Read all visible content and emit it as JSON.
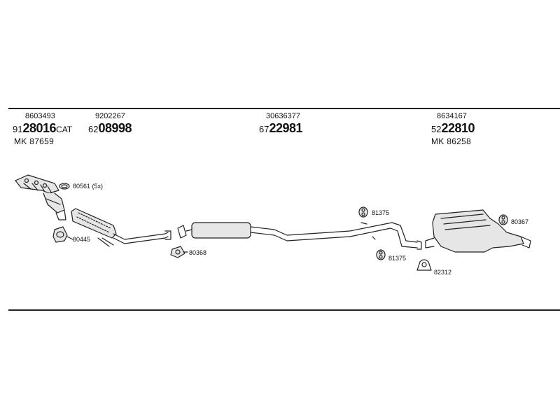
{
  "parts": {
    "manifold": {
      "oe_number": "8603493",
      "prefix": "91",
      "main": "28016",
      "suffix": "CAT",
      "mk": "MK 87659"
    },
    "front_pipe": {
      "oe_number": "9202267",
      "prefix": "62",
      "main": "08998"
    },
    "middle_silencer": {
      "oe_number": "30636377",
      "prefix": "67",
      "main": "22981"
    },
    "rear_silencer": {
      "oe_number": "8634167",
      "prefix": "52",
      "main": "22810",
      "mk": "MK 86258"
    }
  },
  "callouts": {
    "c80561": "80561 (5x)",
    "c80445": "80445",
    "c80368": "80368",
    "c81375a": "81375",
    "c81375b": "81375",
    "c82312": "82312",
    "c80367": "80367"
  },
  "colors": {
    "line": "#222222",
    "fill": "#e6e6e6",
    "background": "#ffffff"
  }
}
